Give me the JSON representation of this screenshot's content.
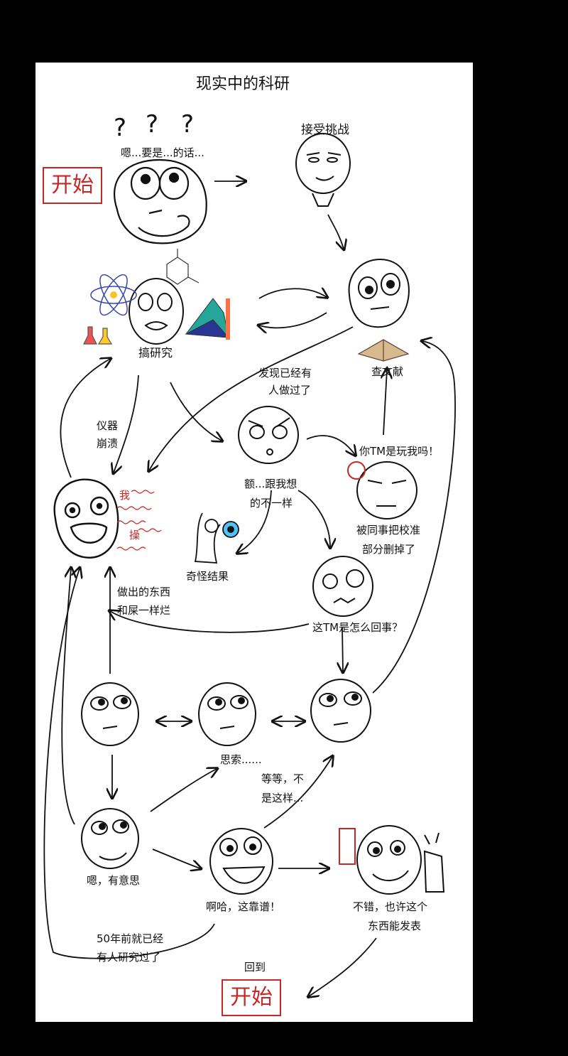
{
  "title": "现实中的科研",
  "start_label": "开始",
  "question_mark": "?",
  "colors": {
    "background": "#000000",
    "panel": "#ffffff",
    "ink": "#111111",
    "accent_red": "#c62828"
  },
  "nodes": {
    "hmm_if": "嗯...要是...的话...",
    "accept_challenge": "接受挑战",
    "do_research": "搞研究",
    "found_done_1": "发现已经有",
    "found_done_2": "人做过了",
    "check_literature": "查文献",
    "instrument_1": "仪器",
    "instrument_2": "崩溃",
    "not_expected_1": "额...跟我想",
    "not_expected_2": "的不一样",
    "kidding_me": "你TM是玩我吗！",
    "colleague_1": "被同事把校准",
    "colleague_2": "部分删掉了",
    "curse_1": "我",
    "curse_2": "操",
    "weird_result": "奇怪结果",
    "bad_result_1": "做出的东西",
    "bad_result_2": "和屎一样烂",
    "what_happened": "这TM是怎么回事？",
    "thinking": "思索......",
    "wait_1": "等等，不",
    "wait_2": "是这样...",
    "interesting": "嗯，有意思",
    "aha": "啊哈，这靠谱！",
    "publish_1": "不错，也许这个",
    "publish_2": "东西能发表",
    "fifty_years_1": "50年前就已经",
    "fifty_years_2": "有人研究过了",
    "back_to": "回到"
  }
}
